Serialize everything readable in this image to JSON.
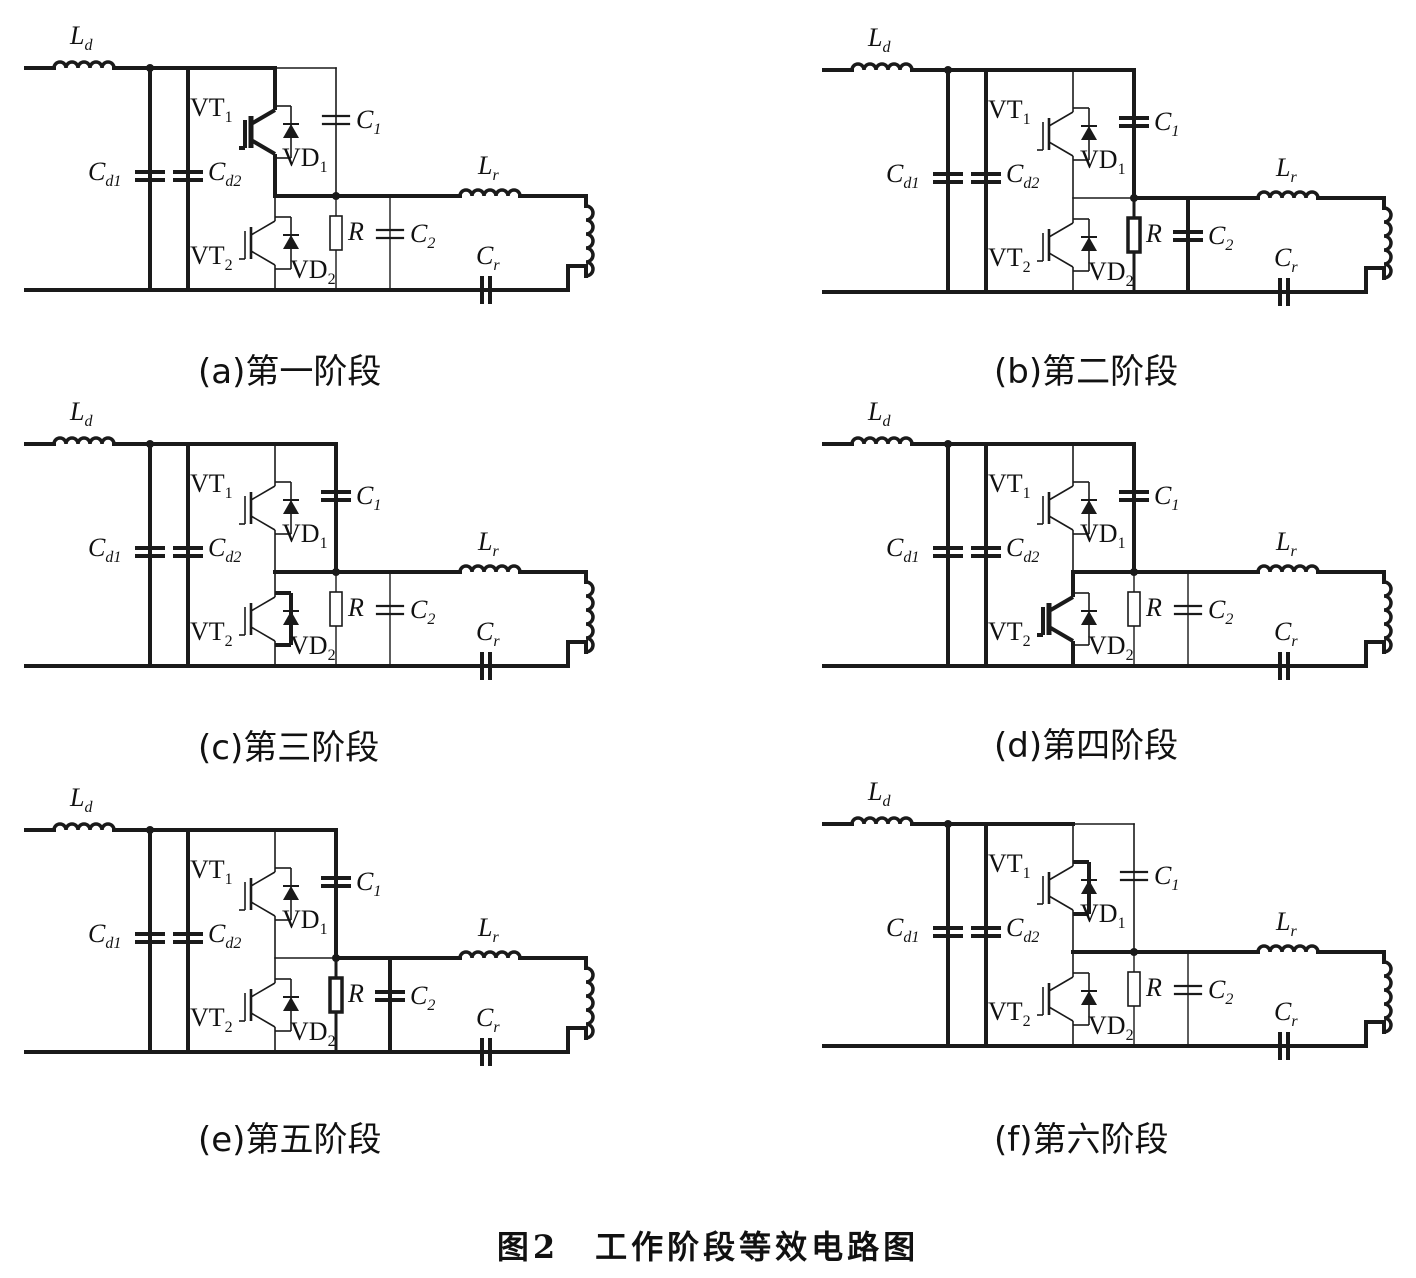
{
  "figure": {
    "caption": "图2　工作阶段等效电路图",
    "labels": {
      "Ld_main": "L",
      "Ld_sub": "d",
      "Cd1_main": "C",
      "Cd1_sub": "d1",
      "Cd2_main": "C",
      "Cd2_sub": "d2",
      "VT1_main": "VT",
      "VT1_sub": "1",
      "VT2_main": "VT",
      "VT2_sub": "2",
      "VD1_main": "VD",
      "VD1_sub": "1",
      "VD2_main": "VD",
      "VD2_sub": "2",
      "C1_main": "C",
      "C1_sub": "1",
      "C2_main": "C",
      "C2_sub": "2",
      "R": "R",
      "Lr_main": "L",
      "Lr_sub": "r",
      "Cr_main": "C",
      "Cr_sub": "r"
    },
    "panels": [
      {
        "id": "a",
        "caption": "(a)第一阶段"
      },
      {
        "id": "b",
        "caption": "(b)第二阶段"
      },
      {
        "id": "c",
        "caption": "(c)第三阶段"
      },
      {
        "id": "d",
        "caption": "(d)第四阶段"
      },
      {
        "id": "e",
        "caption": "(e)第五阶段"
      },
      {
        "id": "f",
        "caption": "(f)第六阶段"
      }
    ]
  }
}
